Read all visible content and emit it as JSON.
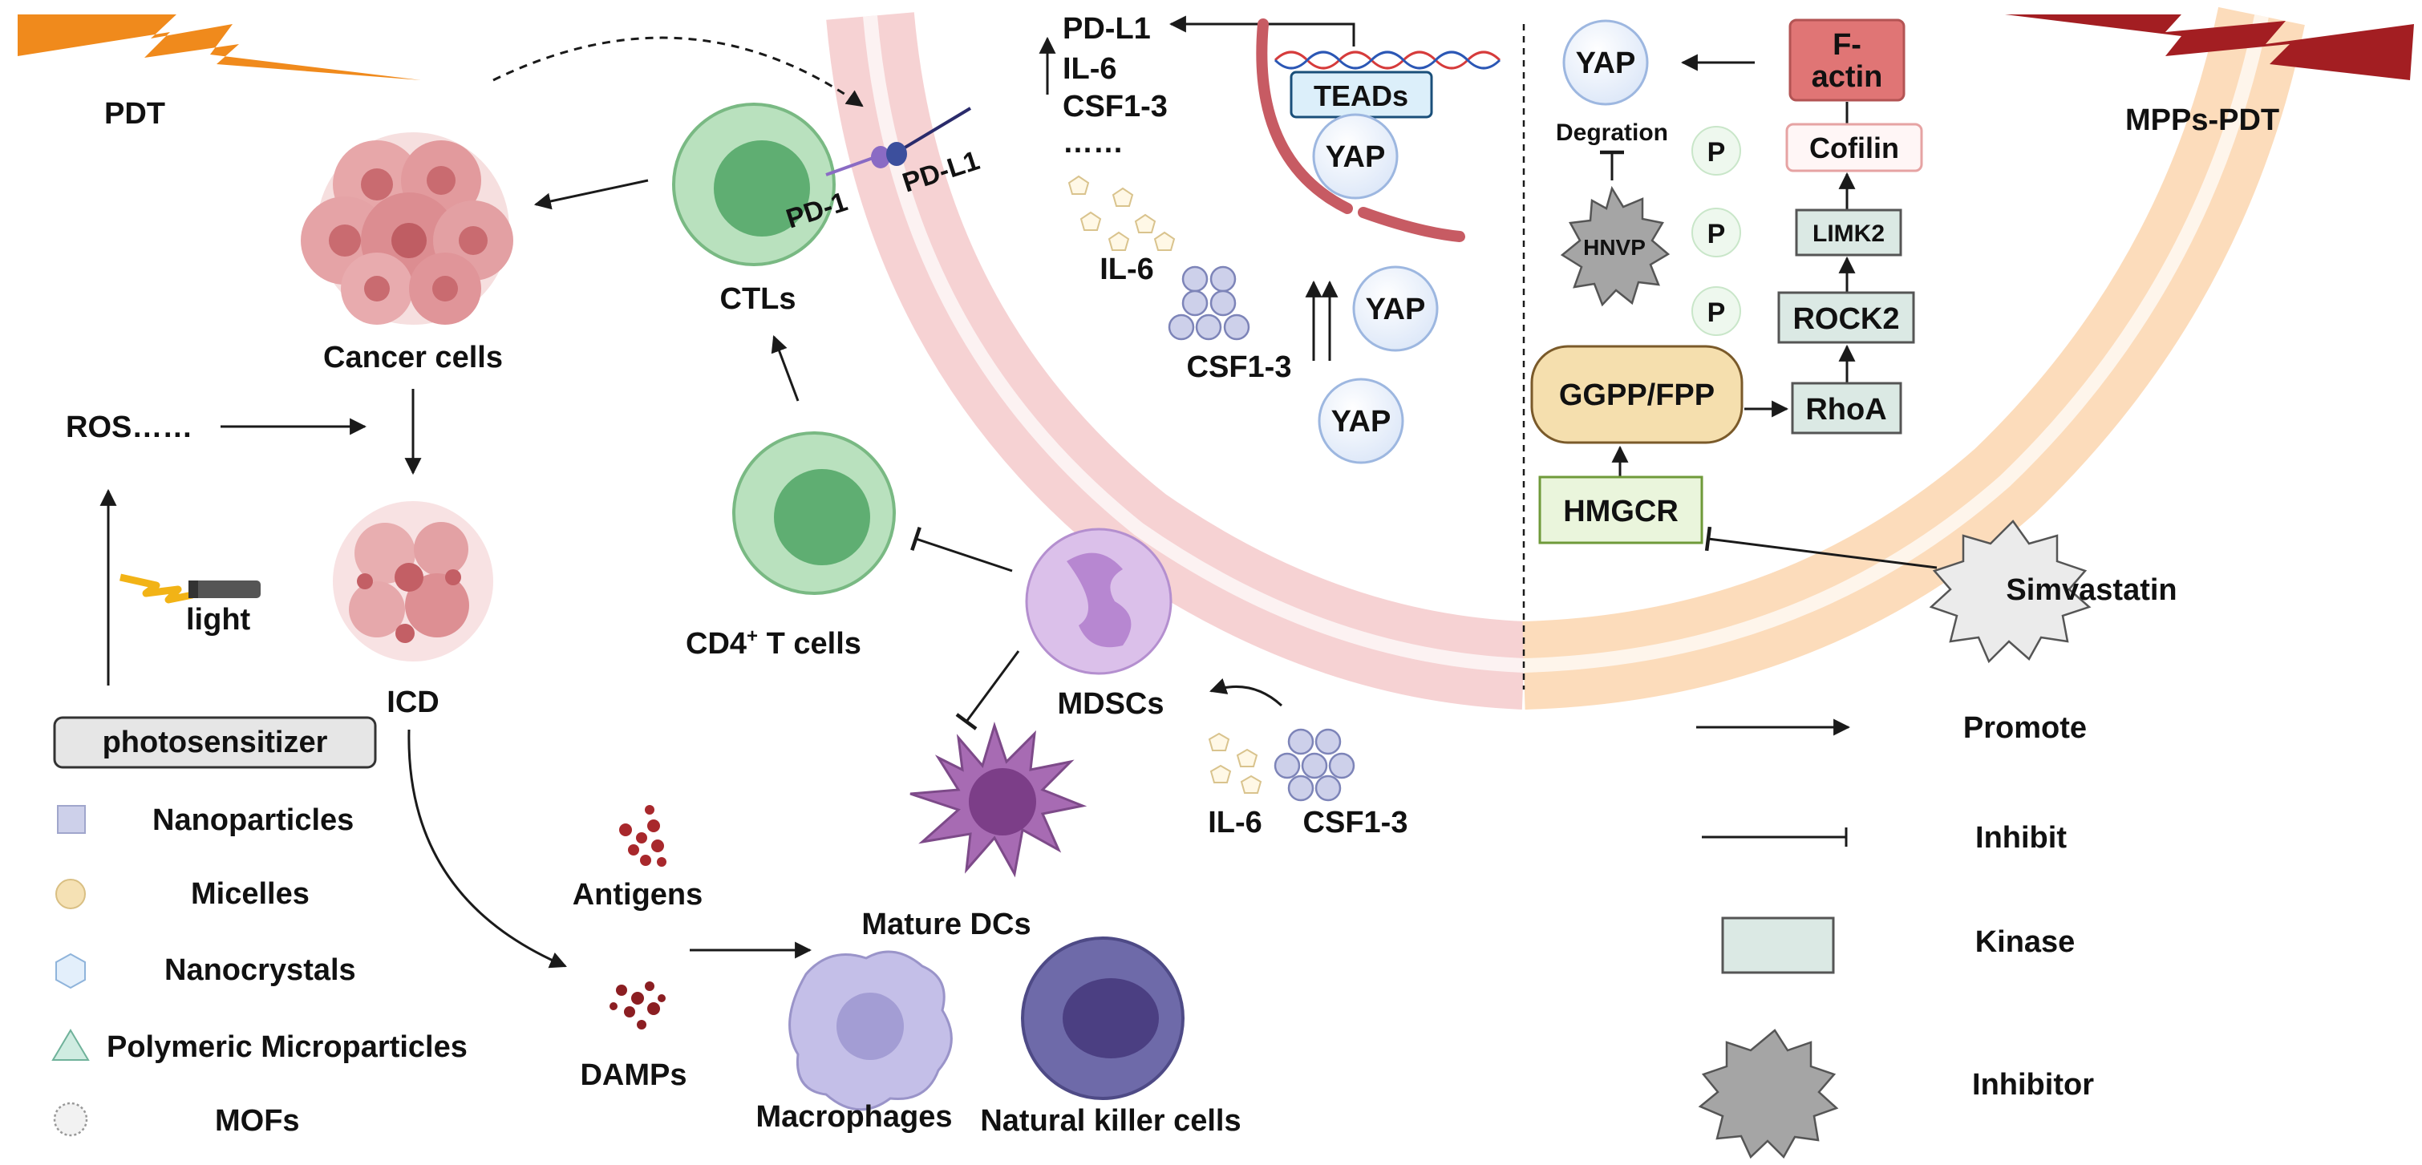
{
  "labels": {
    "pdt": "PDT",
    "mpps_pdt": "MPPs-PDT",
    "cancer_cells": "Cancer cells",
    "ros": "ROS……",
    "light": "light",
    "photosensitizer": "photosensitizer",
    "icd": "ICD",
    "ctls": "CTLs",
    "pd1": "PD-1",
    "pdl1_receptor": "PD-L1",
    "cd4_prefix": "CD4",
    "cd4_sup": "+",
    "cd4_suffix": " T cells",
    "mdscs": "MDSCs",
    "mature_dcs": "Mature DCs",
    "macrophages": "Macrophages",
    "nk_cells": "Natural killer cells",
    "antigens": "Antigens",
    "damps": "DAMPs",
    "il6_bottom": "IL-6",
    "csf13_bottom": "CSF1-3",
    "target_pdl1": "PD-L1",
    "target_il6": "IL-6",
    "target_csf": "CSF1-3",
    "target_dots": "……",
    "teads": "TEADs",
    "yap_nuclear": "YAP",
    "il6_mid": "IL-6",
    "csf13_mid": "CSF1-3",
    "yap_upper": "YAP",
    "yap_lower": "YAP",
    "yap_right": "YAP",
    "degration": "Degration",
    "hnvp": "HNVP",
    "p": "P",
    "f_actin_1": "F-",
    "f_actin_2": "actin",
    "cofilin": "Cofilin",
    "limk2": "LIMK2",
    "rock2": "ROCK2",
    "rhoa": "RhoA",
    "ggpp": "GGPP/FPP",
    "hmgcr": "HMGCR",
    "simvastatin": "Simvastatin"
  },
  "carriers": [
    {
      "shape": "square",
      "label": "Nanoparticles"
    },
    {
      "shape": "circle",
      "label": "Micelles"
    },
    {
      "shape": "hexagon",
      "label": "Nanocrystals"
    },
    {
      "shape": "triangle",
      "label": "Polymeric Microparticles"
    },
    {
      "shape": "star-dotted",
      "label": "MOFs"
    }
  ],
  "legend": [
    {
      "symbol": "arrow",
      "label": "Promote"
    },
    {
      "symbol": "inhibit-bar",
      "label": "Inhibit"
    },
    {
      "symbol": "rectangle",
      "label": "Kinase"
    },
    {
      "symbol": "spiky-star",
      "label": "Inhibitor"
    }
  ],
  "colors": {
    "pdt_bolt": "#f08a1c",
    "mpps_bolt": "#a31e22",
    "membrane_pink": "#f4c6c8",
    "membrane_orange": "#fbd7b0",
    "ctl_green": "#9fd3a8",
    "mdsc_purple": "#d6b3e6",
    "dc_purple": "#9c5aa6",
    "macrophage": "#b8b3e0",
    "nk_cell": "#6a66a8",
    "yap_fill": "#e8f0fb",
    "kinase_fill": "#dbe9e4",
    "factin_fill": "#e07575",
    "ggpp_fill": "#f5dfae",
    "hmgcr_fill": "#eaf5dc"
  }
}
